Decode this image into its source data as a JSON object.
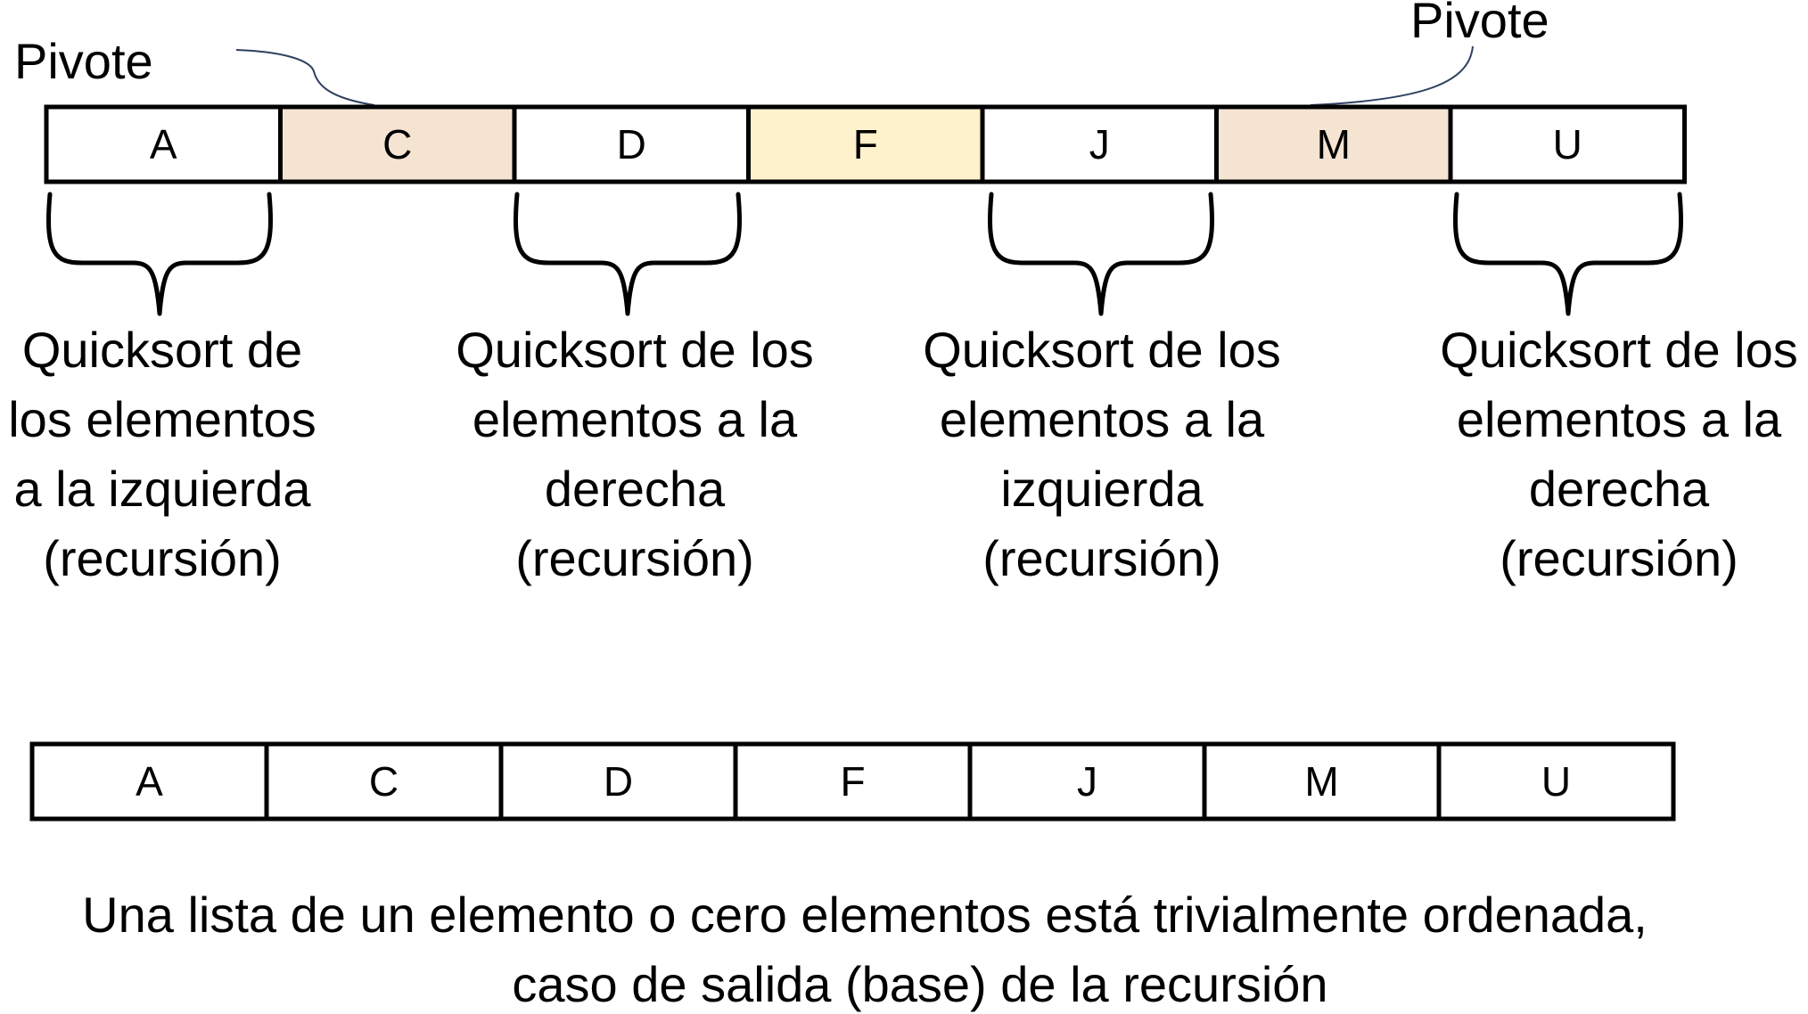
{
  "top_array": {
    "cells": [
      {
        "label": "A",
        "role": "element",
        "fill": "#ffffff"
      },
      {
        "label": "C",
        "role": "pivot",
        "fill": "#f6e4d3"
      },
      {
        "label": "D",
        "role": "element",
        "fill": "#ffffff"
      },
      {
        "label": "F",
        "role": "pivot",
        "fill": "#fdf2cc"
      },
      {
        "label": "J",
        "role": "element",
        "fill": "#ffffff"
      },
      {
        "label": "M",
        "role": "pivot",
        "fill": "#f6e4d3"
      },
      {
        "label": "U",
        "role": "element",
        "fill": "#ffffff"
      }
    ]
  },
  "pivot_labels": {
    "left": "Pivote",
    "right": "Pivote"
  },
  "recursion_groups": [
    {
      "lines": [
        "Quicksort de",
        "los elementos",
        "a la izquierda",
        "(recursión)"
      ]
    },
    {
      "lines": [
        "Quicksort de los",
        "elementos a la",
        "derecha",
        "(recursión)"
      ]
    },
    {
      "lines": [
        "Quicksort de los",
        "elementos a la",
        "izquierda",
        "(recursión)"
      ]
    },
    {
      "lines": [
        "Quicksort de los",
        "elementos a la",
        "derecha",
        "(recursión)"
      ]
    }
  ],
  "sorted_array": {
    "cells": [
      "A",
      "C",
      "D",
      "F",
      "J",
      "M",
      "U"
    ]
  },
  "caption": {
    "line1": "Una lista de un elemento o cero elementos está trivialmente ordenada,",
    "line2": "caso de salida (base) de la recursión"
  },
  "colors": {
    "outline": "#000000",
    "pivot_connector": "#2f3f5f",
    "pivot_fill": "#f6e4d3",
    "middle_pivot_fill": "#fdf2cc"
  }
}
